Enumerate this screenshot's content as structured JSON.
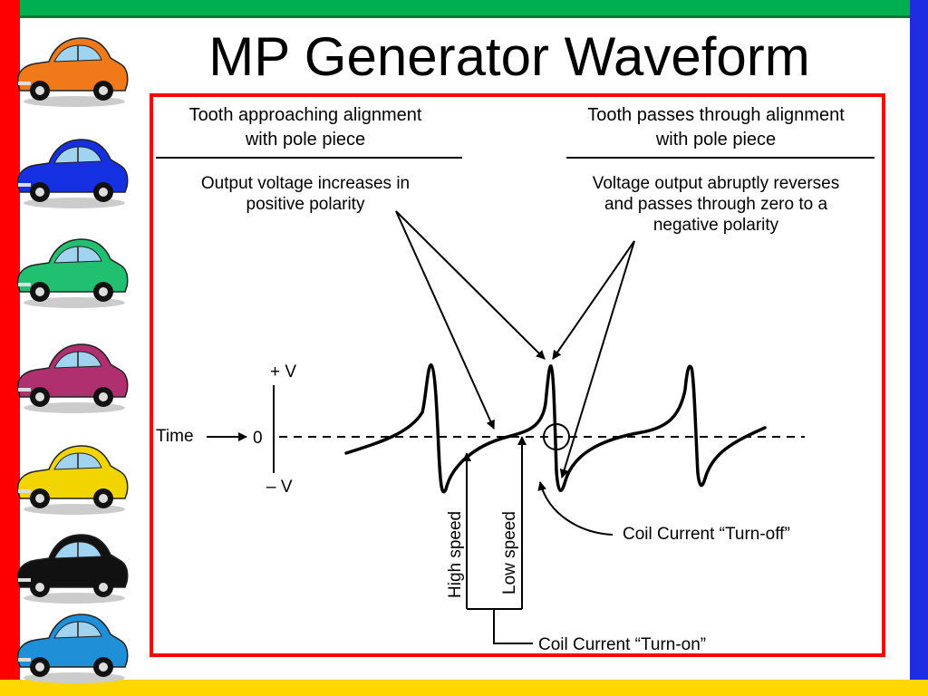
{
  "slide": {
    "title": "MP Generator Waveform"
  },
  "cars": [
    {
      "name": "orange-car-icon",
      "color": "#f07a1a"
    },
    {
      "name": "blue-car-icon",
      "color": "#1530e0"
    },
    {
      "name": "green-car-icon",
      "color": "#20c070"
    },
    {
      "name": "magenta-car-icon",
      "color": "#b0306f"
    },
    {
      "name": "yellow-car-icon",
      "color": "#f2d400"
    },
    {
      "name": "black-car-icon",
      "color": "#111111"
    },
    {
      "name": "cyan-car-icon",
      "color": "#1f8fd8"
    }
  ],
  "diagram": {
    "left_heading_line1": "Tooth approaching alignment",
    "left_heading_line2": "with pole piece",
    "right_heading_line1": "Tooth passes through alignment",
    "right_heading_line2": "with pole piece",
    "left_note_line1": "Output voltage increases in",
    "left_note_line2": "positive polarity",
    "right_note_line1": "Voltage output abruptly reverses",
    "right_note_line2": "and passes through zero to a",
    "right_note_line3": "negative polarity",
    "plus_v": "+ V",
    "zero": "0",
    "minus_v": "– V",
    "time_label": "Time",
    "high_speed": "High speed",
    "low_speed": "Low speed",
    "coil_turn_off": "Coil Current “Turn-off”",
    "coil_turn_on": "Coil Current “Turn-on”"
  },
  "colors": {
    "frame_top": "#00b050",
    "frame_left": "#ff0000",
    "frame_right": "#1f2de0",
    "frame_bottom": "#ffd700",
    "diagram_border": "#ff0000"
  }
}
